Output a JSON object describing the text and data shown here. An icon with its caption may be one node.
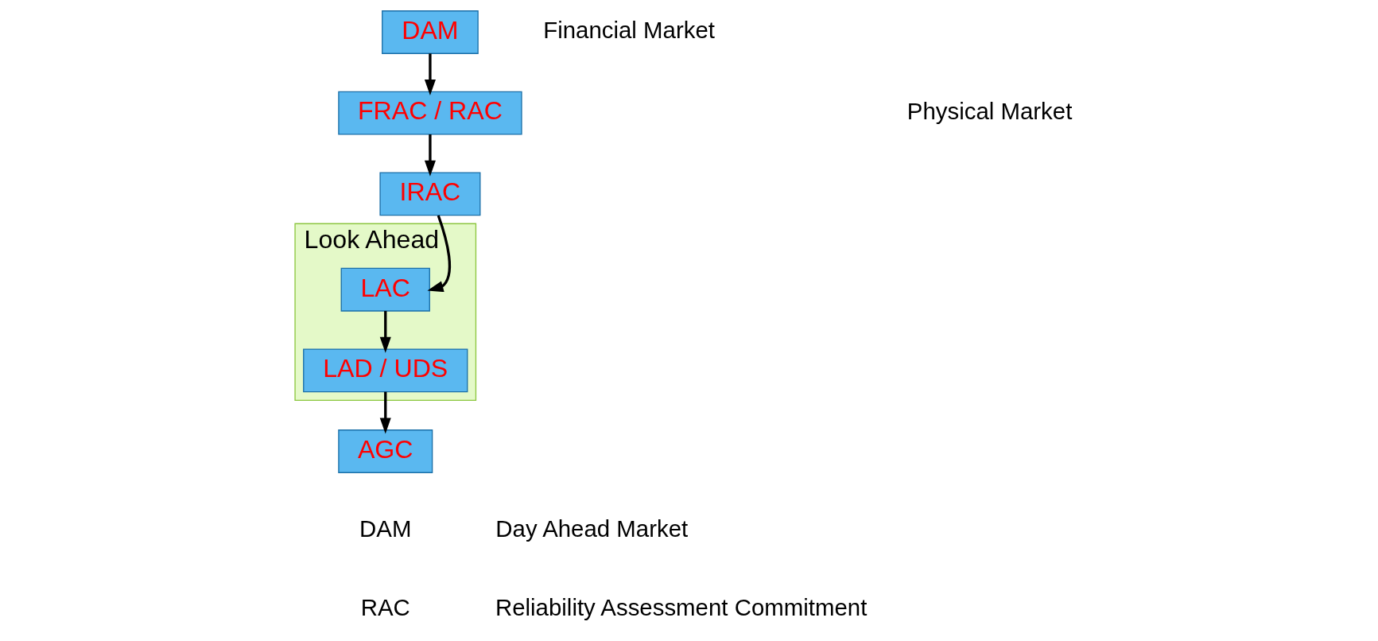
{
  "diagram": {
    "nodes": [
      {
        "text": [
          "DAM"
        ]
      },
      {
        "text": [
          "FRAC / RAC"
        ]
      },
      {
        "text": [
          "IRAC"
        ]
      },
      {
        "text": [
          "Look Ahead"
        ]
      },
      {
        "text": [
          "LAC"
        ],
        "in": 3
      },
      {
        "text": [
          "LAD / UDS"
        ],
        "in": 3
      },
      {
        "text": [
          "AGC"
        ]
      }
    ],
    "edges": [
      {
        "from": 0,
        "to": 1,
        "arrow": "to"
      },
      {
        "from": 1,
        "to": 2,
        "arrow": "to"
      },
      {
        "from": 2,
        "to": 4,
        "arrow": "to"
      },
      {
        "from": 4,
        "to": 5,
        "arrow": "to"
      },
      {
        "from": 5,
        "to": 6,
        "arrow": "to"
      }
    ],
    "labels": [
      "Financial Market",
      "Physical Market",
      "DAM",
      "Day Ahead Market",
      "RAC",
      "Reliability Assessment Commitment"
    ]
  }
}
